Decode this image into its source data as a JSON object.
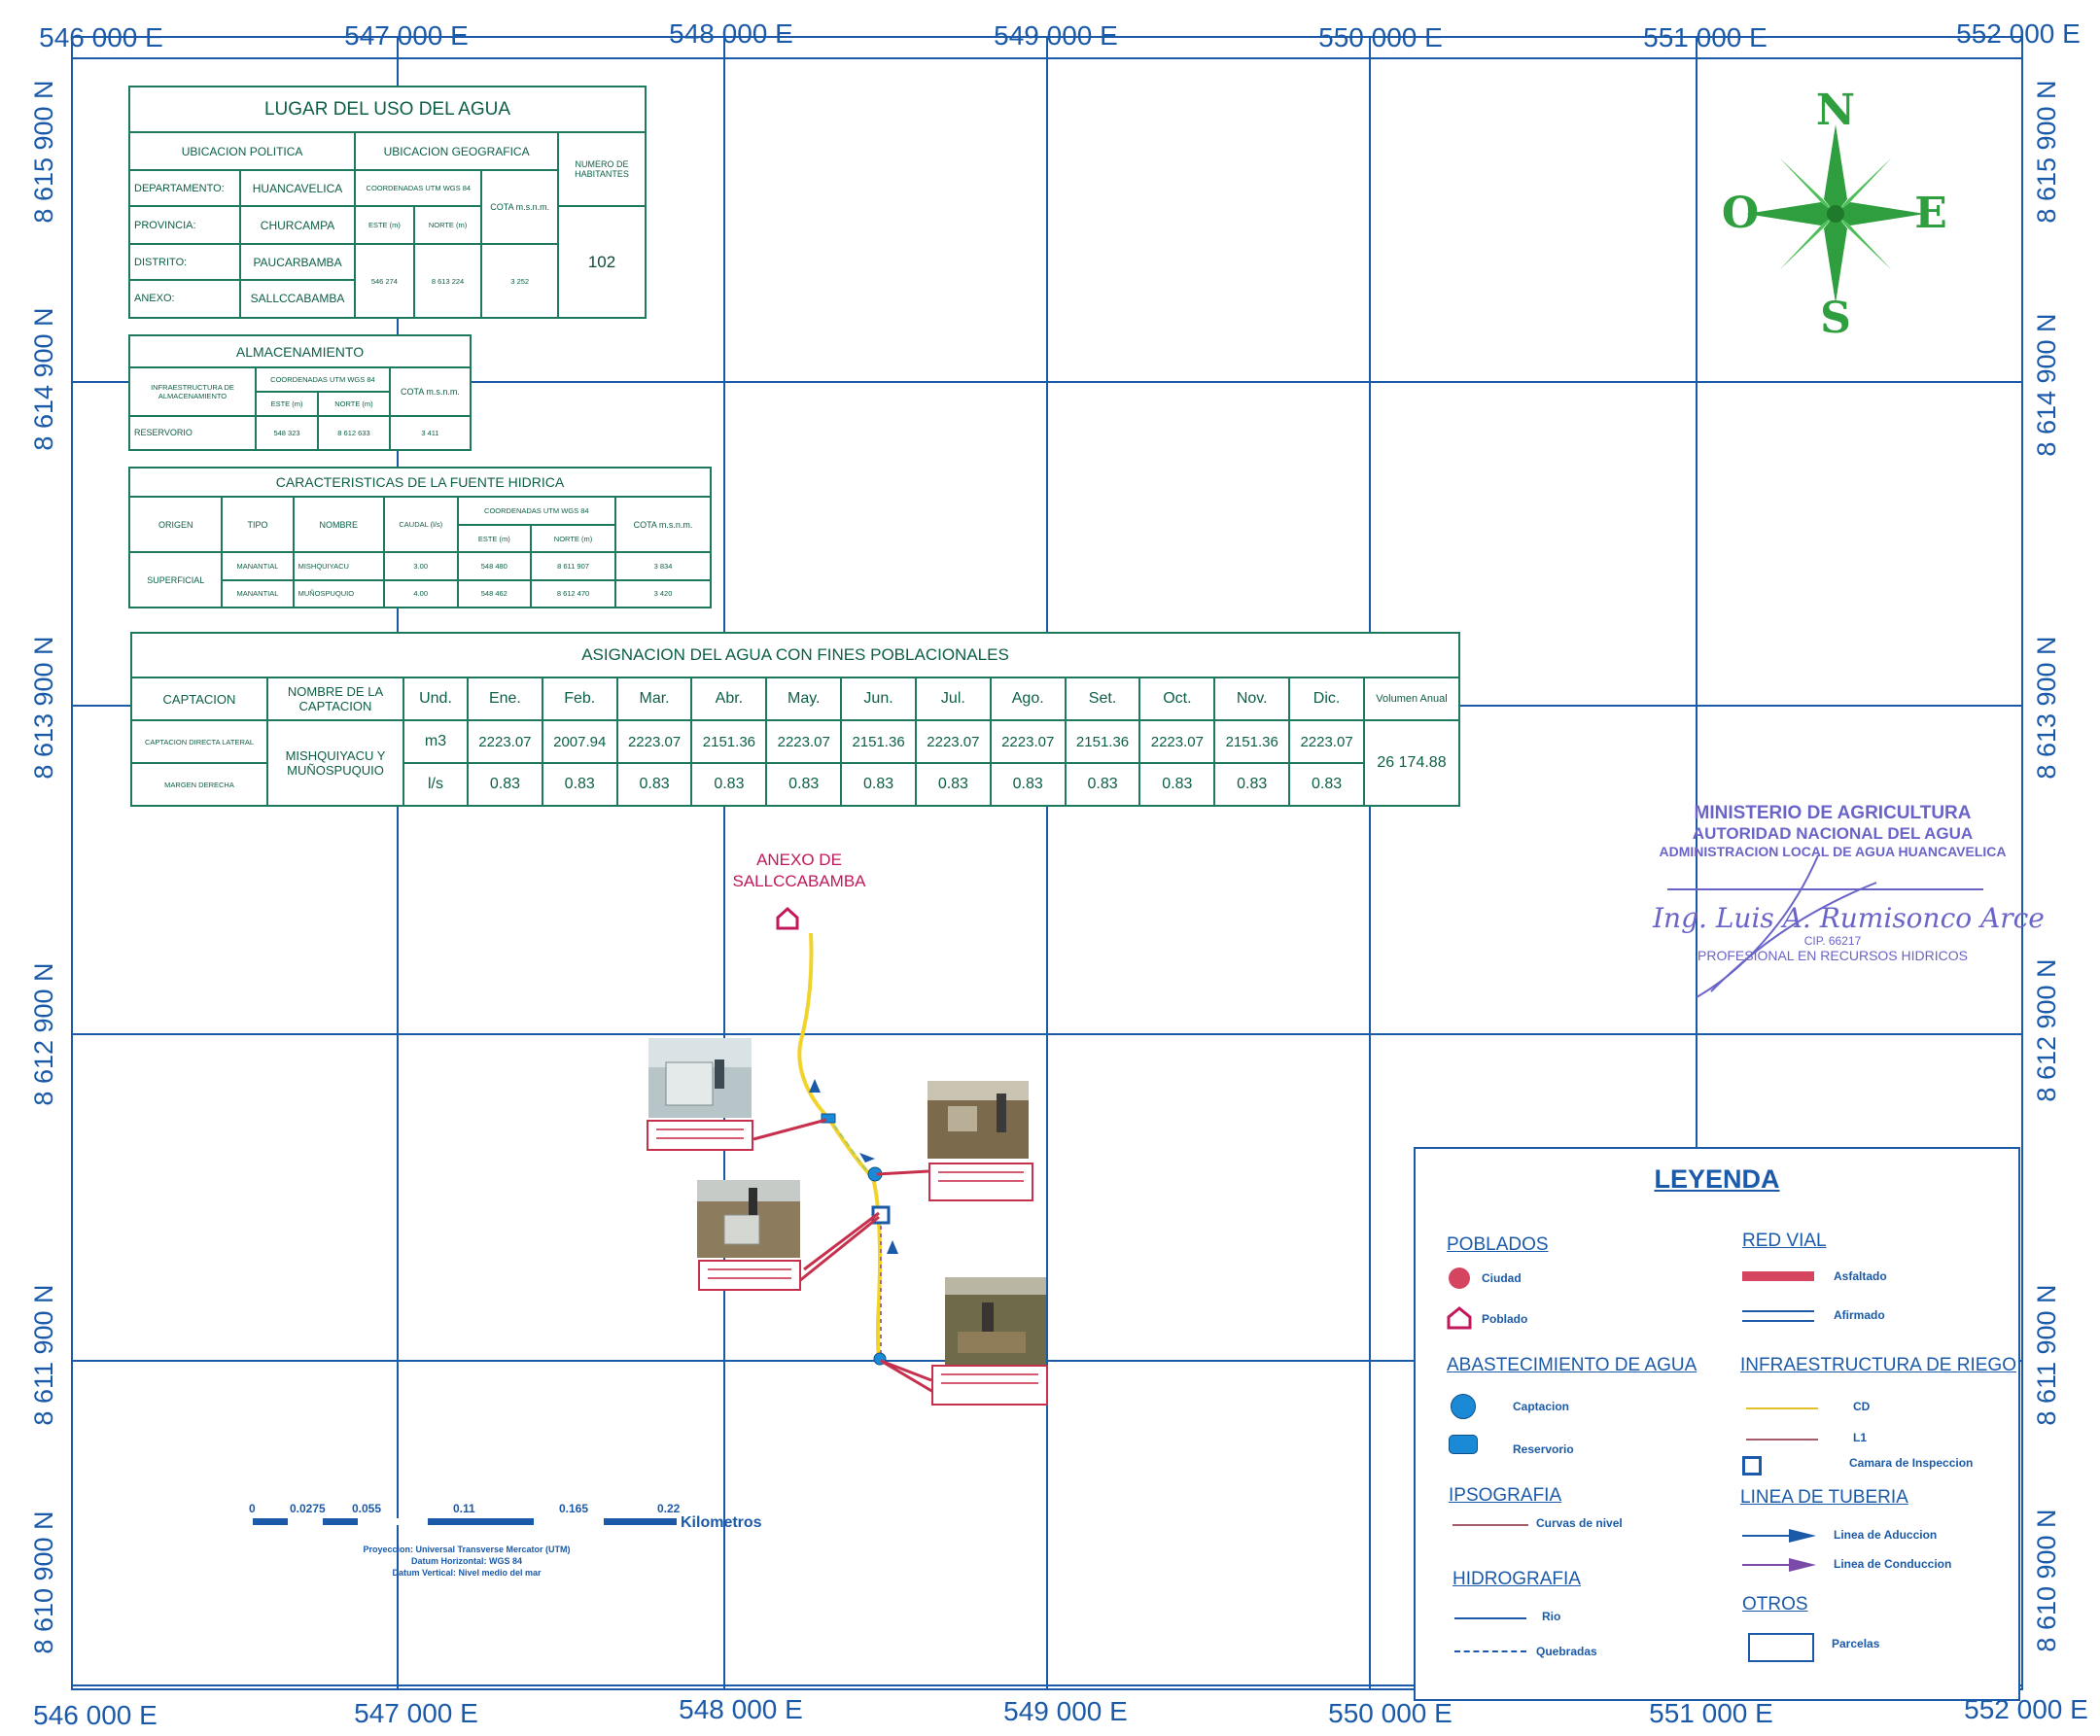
{
  "grid": {
    "easting_labels": [
      "546 000 E",
      "547 000 E",
      "548 000 E",
      "549 000 E",
      "550 000 E",
      "551 000 E",
      "552 000 E"
    ],
    "northing_labels": [
      "8 615 900 N",
      "8 614 900 N",
      "8 613 900 N",
      "8 612 900 N",
      "8 611 900 N",
      "8 610 900 N"
    ]
  },
  "compass": {
    "north": "N",
    "south": "S",
    "east": "E",
    "west": "O"
  },
  "lugar": {
    "title": "LUGAR DEL USO DEL AGUA",
    "ubicacion_politica": "UBICACION POLITICA",
    "ubicacion_geografica": "UBICACION GEOGRAFICA",
    "numero_habitantes": "NUMERO DE HABITANTES",
    "rows": [
      {
        "label": "DEPARTAMENTO:",
        "value": "HUANCAVELICA"
      },
      {
        "label": "PROVINCIA:",
        "value": "CHURCAMPA"
      },
      {
        "label": "DISTRITO:",
        "value": "PAUCARBAMBA"
      },
      {
        "label": "ANEXO:",
        "value": "SALLCCABAMBA"
      }
    ],
    "coord_header": "COORDENADAS UTM WGS 84",
    "este_header": "ESTE (m)",
    "norte_header": "NORTE (m)",
    "cota_header": "COTA m.s.n.m.",
    "este": "546 274",
    "norte": "8 613 224",
    "cota": "3 252",
    "habitantes": "102"
  },
  "almacenamiento": {
    "title": "ALMACENAMIENTO",
    "infra_header": "INFRAESTRUCTURA DE ALMACENAMIENTO",
    "coord_header": "COORDENADAS UTM WGS 84",
    "cota_header": "COTA m.s.n.m.",
    "este_header": "ESTE (m)",
    "norte_header": "NORTE (m)",
    "row": {
      "tipo": "RESERVORIO",
      "este": "548 323",
      "norte": "8 612 633",
      "cota": "3 411"
    }
  },
  "fuente": {
    "title": "CARACTERISTICAS DE LA FUENTE HIDRICA",
    "headers": {
      "origen": "ORIGEN",
      "tipo": "TIPO",
      "nombre": "NOMBRE",
      "caudal": "CAUDAL (l/s)",
      "coord": "COORDENADAS UTM WGS 84",
      "este": "ESTE (m)",
      "norte": "NORTE (m)",
      "cota": "COTA m.s.n.m."
    },
    "origen": "SUPERFICIAL",
    "rows": [
      {
        "tipo": "MANANTIAL",
        "nombre": "MISHQUIYACU",
        "caudal": "3.00",
        "este": "548 480",
        "norte": "8 611 907",
        "cota": "3 834"
      },
      {
        "tipo": "MANANTIAL",
        "nombre": "MUÑOSPUQUIO",
        "caudal": "4.00",
        "este": "548 462",
        "norte": "8 612 470",
        "cota": "3 420"
      }
    ]
  },
  "asignacion": {
    "title": "ASIGNACION DEL AGUA CON FINES POBLACIONALES",
    "captacion_header": "CAPTACION",
    "nombre_header": "NOMBRE DE LA CAPTACION",
    "und_header": "Und.",
    "months": [
      "Ene.",
      "Feb.",
      "Mar.",
      "Abr.",
      "May.",
      "Jun.",
      "Jul.",
      "Ago.",
      "Set.",
      "Oct.",
      "Nov.",
      "Dic."
    ],
    "volumen_header": "Volumen Anual",
    "captacion_1": "CAPTACION DIRECTA LATERAL",
    "captacion_2": "MARGEN DERECHA",
    "nombre": "MISHQUIYACU Y MUÑOSPUQUIO",
    "unit_1": "m3",
    "unit_2": "l/s",
    "m3_values": [
      "2223.07",
      "2007.94",
      "2223.07",
      "2151.36",
      "2223.07",
      "2151.36",
      "2223.07",
      "2223.07",
      "2151.36",
      "2223.07",
      "2151.36",
      "2223.07"
    ],
    "ls_values": [
      "0.83",
      "0.83",
      "0.83",
      "0.83",
      "0.83",
      "0.83",
      "0.83",
      "0.83",
      "0.83",
      "0.83",
      "0.83",
      "0.83"
    ],
    "volumen": "26 174.88"
  },
  "map": {
    "annex_label_1": "ANEXO DE",
    "annex_label_2": "SALLCCABAMBA"
  },
  "stamp": {
    "line1": "MINISTERIO DE AGRICULTURA",
    "line2": "AUTORIDAD NACIONAL DEL AGUA",
    "line3": "ADMINISTRACION LOCAL DE AGUA HUANCAVELICA",
    "signature": "Ing. Luis A. Rumisonco Arce",
    "cip": "CIP. 66217",
    "role": "PROFESIONAL EN RECURSOS HIDRICOS"
  },
  "scale": {
    "ticks": [
      "0",
      "0.0275",
      "0.055",
      "0.11",
      "0.165",
      "0.22"
    ],
    "unit": "Kilometros",
    "note1": "Proyeccion: Universal Transverse Mercator (UTM)",
    "note2": "Datum Horizontal: WGS 84",
    "note3": "Datum Vertical: Nivel medio del mar"
  },
  "legend": {
    "title": "LEYENDA",
    "poblados": "POBLADOS",
    "ciudad": "Ciudad",
    "poblado": "Poblado",
    "red_vial": "RED VIAL",
    "asfaltado": "Asfaltado",
    "afirmado": "Afirmado",
    "abastecimiento": "ABASTECIMIENTO DE AGUA",
    "captacion": "Captacion",
    "reservorio": "Reservorio",
    "infra_riego": "INFRAESTRUCTURA DE RIEGO",
    "cd": "CD",
    "l1": "L1",
    "camara": "Camara de Inspeccion",
    "ipsografia": "IPSOGRAFIA",
    "curvas": "Curvas de nivel",
    "linea_tuberia": "LINEA DE TUBERIA",
    "aduccion": "Linea de Aduccion",
    "conduccion": "Linea de Conduccion",
    "hidrografia": "HIDROGRAFIA",
    "rio": "Rio",
    "quebradas": "Quebradas",
    "otros": "OTROS",
    "parcelas": "Parcelas"
  },
  "colors": {
    "grid": "#1b5aa8",
    "table": "#1d7a5e",
    "compass": "#2e9e3e",
    "pipeline": "#f2d32a",
    "annex": "#c2185b",
    "stamp": "#6a64c8"
  }
}
